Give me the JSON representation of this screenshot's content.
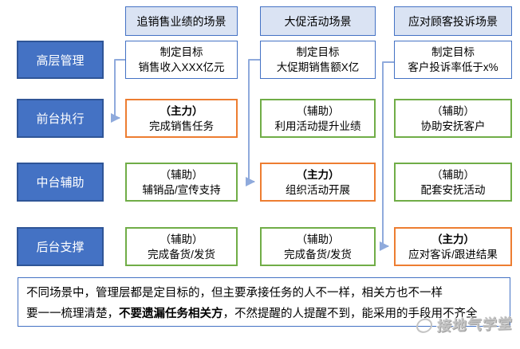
{
  "headers": [
    {
      "label": "追销售业绩的场景"
    },
    {
      "label": "大促活动场景"
    },
    {
      "label": "应对顾客投诉场景"
    }
  ],
  "roles": [
    {
      "label": "高层管理"
    },
    {
      "label": "前台执行"
    },
    {
      "label": "中台辅助"
    },
    {
      "label": "后台支撑"
    }
  ],
  "grid": {
    "cells": [
      {
        "row": 1,
        "col": 1,
        "type": "goal",
        "line1": "制定目标",
        "line2": "销售收入XXX亿元"
      },
      {
        "row": 1,
        "col": 2,
        "type": "goal",
        "line1": "制定目标",
        "line2": "大促期销售额X亿"
      },
      {
        "row": 1,
        "col": 3,
        "type": "goal",
        "line1": "制定目标",
        "line2": "客户投诉率低于x%"
      },
      {
        "row": 2,
        "col": 1,
        "type": "main",
        "line1": "（主力）",
        "line2": "完成销售任务"
      },
      {
        "row": 2,
        "col": 2,
        "type": "assist",
        "line1": "（辅助）",
        "line2": "利用活动提升业绩"
      },
      {
        "row": 2,
        "col": 3,
        "type": "assist",
        "line1": "（辅助）",
        "line2": "协助安抚客户"
      },
      {
        "row": 3,
        "col": 1,
        "type": "assist",
        "line1": "（辅助）",
        "line2": "辅销品/宣传支持"
      },
      {
        "row": 3,
        "col": 2,
        "type": "main",
        "line1": "（主力）",
        "line2": "组织活动开展"
      },
      {
        "row": 3,
        "col": 3,
        "type": "assist",
        "line1": "（辅助）",
        "line2": "配套安抚活动"
      },
      {
        "row": 4,
        "col": 1,
        "type": "assist",
        "line1": "（辅助）",
        "line2": "完成备货/发货"
      },
      {
        "row": 4,
        "col": 2,
        "type": "assist",
        "line1": "（辅助）",
        "line2": "完成备货/发货"
      },
      {
        "row": 4,
        "col": 3,
        "type": "main",
        "line1": "（主力）",
        "line2": "应对客诉/跟进结果"
      }
    ]
  },
  "note": {
    "line1": "不同场景中，管理层都是定目标的，但主要承接任务的人不一样，相关方也不一样",
    "line2_pre": "要一一梳理清楚，",
    "line2_bold": "不要遗漏任务相关方",
    "line2_post": "，不然提醒的人提醒不到，能采用的手段用不齐全"
  },
  "watermark": {
    "label": "接地气学堂"
  },
  "colors": {
    "role_fill": "#4472C4",
    "role_border": "#2F5597",
    "header_fill": "#DAE3F3",
    "header_border": "#4472C4",
    "goal_border": "#4472C4",
    "main_border": "#ED7D31",
    "assist_border": "#70AD47",
    "connector": "#8FAADC",
    "note_border": "#4472C4",
    "watermark_gray": "#C3C3C3"
  }
}
